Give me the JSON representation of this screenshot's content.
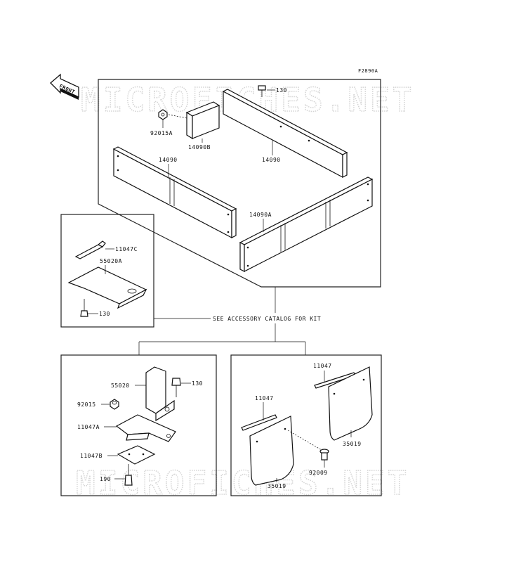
{
  "figure_code": "F2890A",
  "front_label": "FRONT",
  "watermark": "MICROFICHES.NET",
  "note": "SEE ACCESSORY CATALOG FOR KIT",
  "parts": {
    "p130_top": "130",
    "p92015A": "92015A",
    "p14090B": "14090B",
    "p14090_right": "14090",
    "p14090_left": "14090",
    "p14090A": "14090A",
    "p11047C": "11047C",
    "p55020A": "55020A",
    "p130_mid": "130",
    "p55020": "55020",
    "p130_low": "130",
    "p92015": "92015",
    "p11047A": "11047A",
    "p11047B": "11047B",
    "p190": "190",
    "p11047_top": "11047",
    "p11047_left": "11047",
    "p35019_right": "35019",
    "p92009": "92009",
    "p35019_left": "35019"
  }
}
